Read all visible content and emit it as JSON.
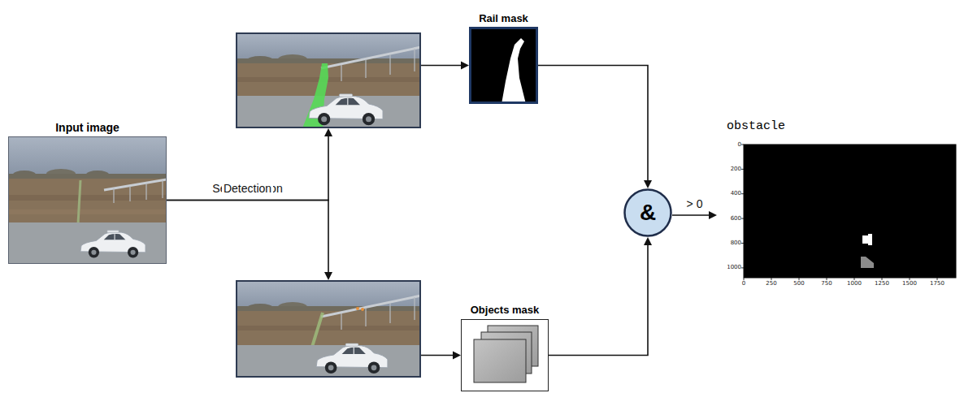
{
  "diagram": {
    "nodes": [
      {
        "text": [
          "Input image"
        ]
      },
      {
        "text": []
      },
      {
        "text": [
          "Rail mask"
        ]
      },
      {
        "text": []
      },
      {
        "text": [
          "Objects mask"
        ]
      },
      {
        "text": [
          "&"
        ]
      },
      {
        "text": [
          "obstacle"
        ]
      }
    ],
    "edges": [
      {
        "from": 0,
        "to": 1,
        "arrow": "to",
        "label": "Segmentation"
      },
      {
        "from": 0,
        "to": 3,
        "arrow": "to",
        "label": "Detection"
      },
      {
        "from": 1,
        "to": 2,
        "arrow": "to"
      },
      {
        "from": 3,
        "to": 4,
        "arrow": "to"
      },
      {
        "from": 2,
        "to": 5,
        "arrow": "to"
      },
      {
        "from": 4,
        "to": 5,
        "arrow": "to"
      },
      {
        "from": 5,
        "to": 6,
        "arrow": "to",
        "label": "> 0"
      }
    ],
    "labels": [
      "0",
      "200",
      "400",
      "600",
      "800",
      "1000",
      "0",
      "250",
      "500",
      "750",
      "1000",
      "1250",
      "1500",
      "1750"
    ]
  }
}
